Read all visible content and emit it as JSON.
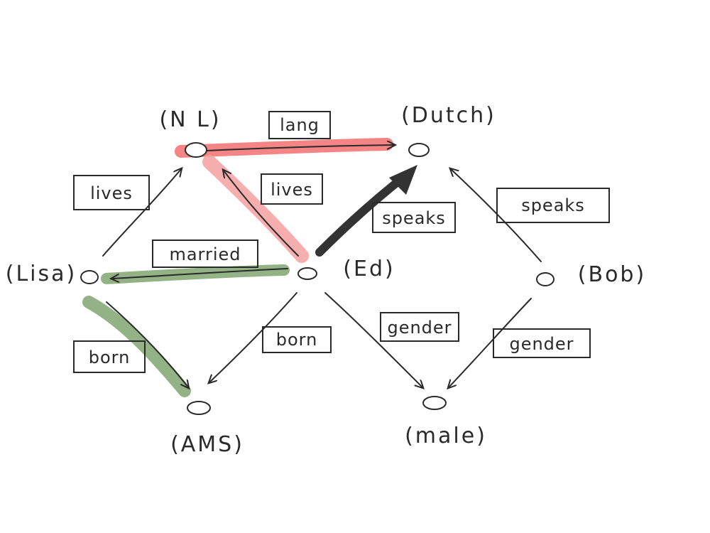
{
  "nodes": {
    "nl": "(N L)",
    "dutch": "(Dutch)",
    "lisa": "(Lisa)",
    "ed": "(Ed)",
    "bob": "(Bob)",
    "ams": "(AMS)",
    "male": "(male)"
  },
  "edges": {
    "lang": "lang",
    "lives_lisa_nl": "lives",
    "lives_ed_nl": "lives",
    "speaks_ed": "speaks",
    "speaks_bob": "speaks",
    "married": "married",
    "born_lisa": "born",
    "born_ed": "born",
    "gender_ed": "gender",
    "gender_bob": "gender"
  },
  "colors": {
    "ink": "#2a2a2a",
    "highlight_red": "#f25c5c",
    "highlight_pink": "#f5a0a0",
    "highlight_green": "#6f9a5e",
    "highlight_black": "#333333"
  }
}
